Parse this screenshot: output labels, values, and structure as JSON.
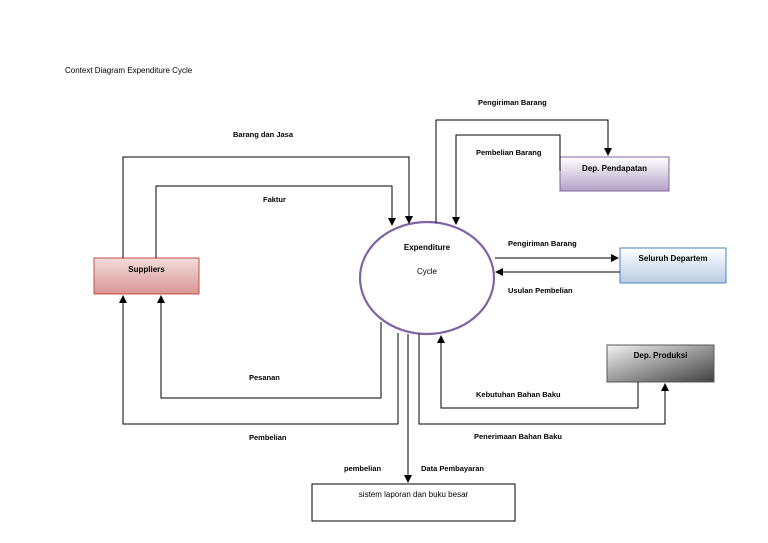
{
  "diagram": {
    "title": "Context Diagram Expenditure Cycle",
    "process": {
      "line1": "Expenditure",
      "line2": "Cycle"
    },
    "entities": {
      "suppliers": "Suppliers",
      "dep_pendapatan": "Dep. Pendapatan",
      "seluruh_departem": "Seluruh Departem",
      "dep_produksi": "Dep. Produksi",
      "sistem_laporan": "sistem laporan dan buku besar"
    },
    "flows": {
      "barang_dan_jasa": "Barang dan Jasa",
      "faktur": "Faktur",
      "pesanan": "Pesanan",
      "pembelian": "Pembelian",
      "pengiriman_barang_top": "Pengiriman Barang",
      "pembelian_barang": "Pembelian Barang",
      "pengiriman_barang_right": "Pengiriman Barang",
      "usulan_pembelian": "Usulan Pembelian",
      "kebutuhan_bahan_baku": "Kebutuhan Bahan Baku",
      "penerimaan_bahan_baku": "Penerimaan Bahan Baku",
      "pembelian_bottom": "pembelian",
      "data_pembayaran": "Data Pembayaran"
    },
    "colors": {
      "process_border": "#8064a2",
      "suppliers_fill": "#e6b9b8",
      "pendapatan_fill": "#ccc0da",
      "departem_fill": "#c6d9f1",
      "produksi_fill": "#808080"
    }
  }
}
